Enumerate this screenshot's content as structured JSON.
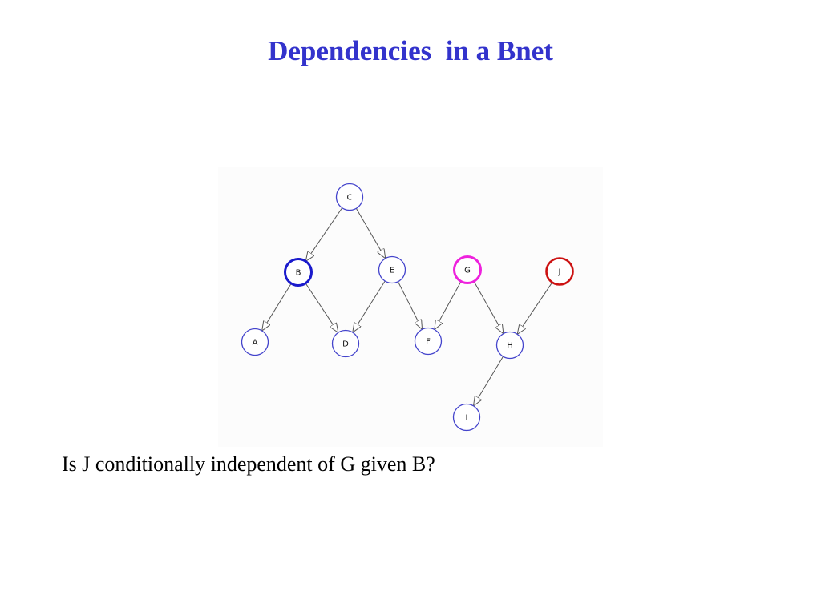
{
  "slide": {
    "title": "Dependencies  in a Bnet",
    "question": "Is J conditionally independent of G given B?"
  },
  "diagram": {
    "nodes": [
      {
        "id": "C",
        "label": "C",
        "style": "normal"
      },
      {
        "id": "B",
        "label": "B",
        "style": "highlight-blue"
      },
      {
        "id": "E",
        "label": "E",
        "style": "normal"
      },
      {
        "id": "G",
        "label": "G",
        "style": "highlight-magenta"
      },
      {
        "id": "J",
        "label": "J",
        "style": "highlight-red"
      },
      {
        "id": "A",
        "label": "A",
        "style": "normal"
      },
      {
        "id": "D",
        "label": "D",
        "style": "normal"
      },
      {
        "id": "F",
        "label": "F",
        "style": "normal"
      },
      {
        "id": "H",
        "label": "H",
        "style": "normal"
      },
      {
        "id": "I",
        "label": "I",
        "style": "normal"
      }
    ],
    "edges": [
      {
        "from": "C",
        "to": "B"
      },
      {
        "from": "C",
        "to": "E"
      },
      {
        "from": "B",
        "to": "A"
      },
      {
        "from": "B",
        "to": "D"
      },
      {
        "from": "E",
        "to": "D"
      },
      {
        "from": "E",
        "to": "F"
      },
      {
        "from": "G",
        "to": "F"
      },
      {
        "from": "G",
        "to": "H"
      },
      {
        "from": "J",
        "to": "H"
      },
      {
        "from": "H",
        "to": "I"
      }
    ],
    "colors": {
      "normal": "#4444cc",
      "highlight-blue": "#1a1acc",
      "highlight-magenta": "#ee22dd",
      "highlight-red": "#cc1111",
      "edge": "#555555",
      "background": "#fcfcfc"
    }
  }
}
